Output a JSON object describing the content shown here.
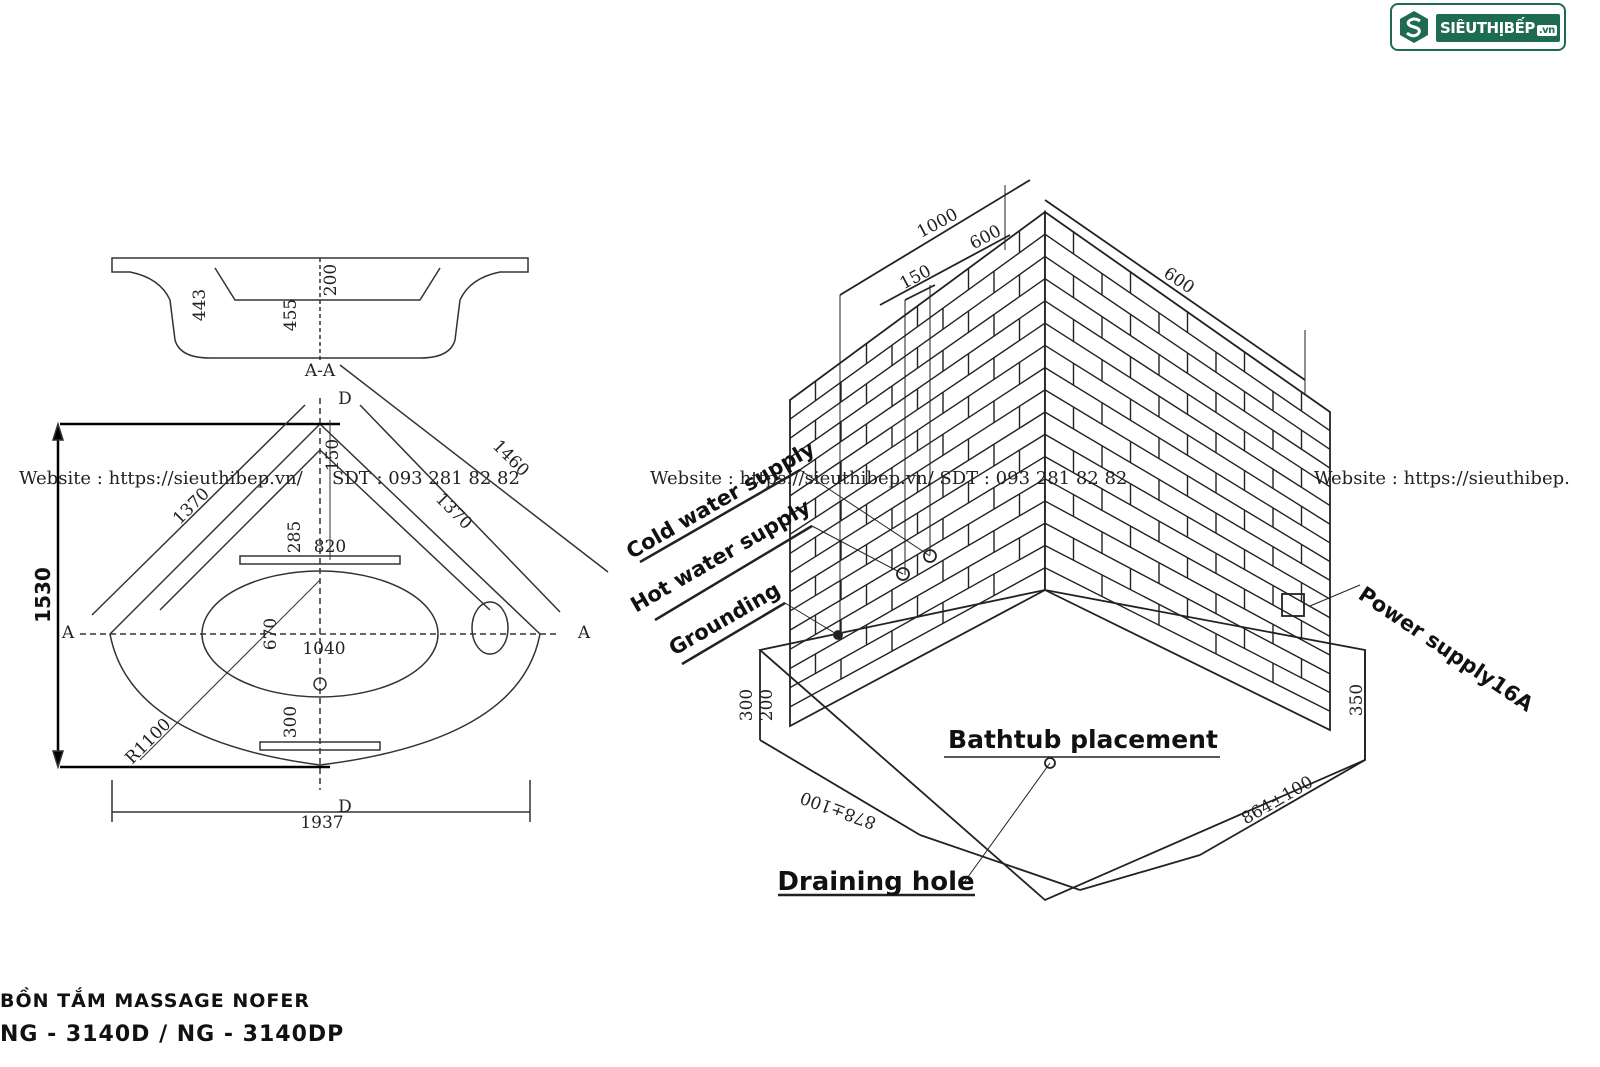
{
  "logo": {
    "text": "SIÊUTHỊBẾP",
    "suffix": ".vn"
  },
  "watermarks": {
    "left_site": "Website : https://sieuthibep.vn/",
    "left_phone": "SDT : 093 281 82 82",
    "mid": "Website : https://sieuthibep.vn/ SDT : 093 281 82 82",
    "right_site": "Website : https://sieuthibep."
  },
  "tub_drawing": {
    "section_label": "A-A",
    "section_marks": {
      "a": "A",
      "d": "D"
    },
    "dims": {
      "d443": "443",
      "d455": "455",
      "d200": "200",
      "d1530": "1530",
      "d1370a": "1370",
      "d1370b": "1370",
      "d1460": "1460",
      "d285": "285",
      "d820": "820",
      "d150": "150",
      "d670": "670",
      "d1040": "1040",
      "d300": "300",
      "r1100": "R1100",
      "d1937": "1937"
    }
  },
  "wall_drawing": {
    "dims": {
      "d1000": "1000",
      "d600a": "600",
      "d150": "150",
      "d600b": "600",
      "d300": "300",
      "d200": "200",
      "d350": "350",
      "d878": "878±100",
      "d864": "864±100"
    },
    "labels": {
      "cold": "Cold water supply",
      "hot": "Hot water supply",
      "ground": "Grounding",
      "power": "Power supply16A",
      "placement": "Bathtub placement",
      "drain": "Draining hole"
    }
  },
  "caption": {
    "line1": "BỒN TẮM MASSAGE NOFER",
    "line2": "NG - 3140D / NG - 3140DP"
  }
}
